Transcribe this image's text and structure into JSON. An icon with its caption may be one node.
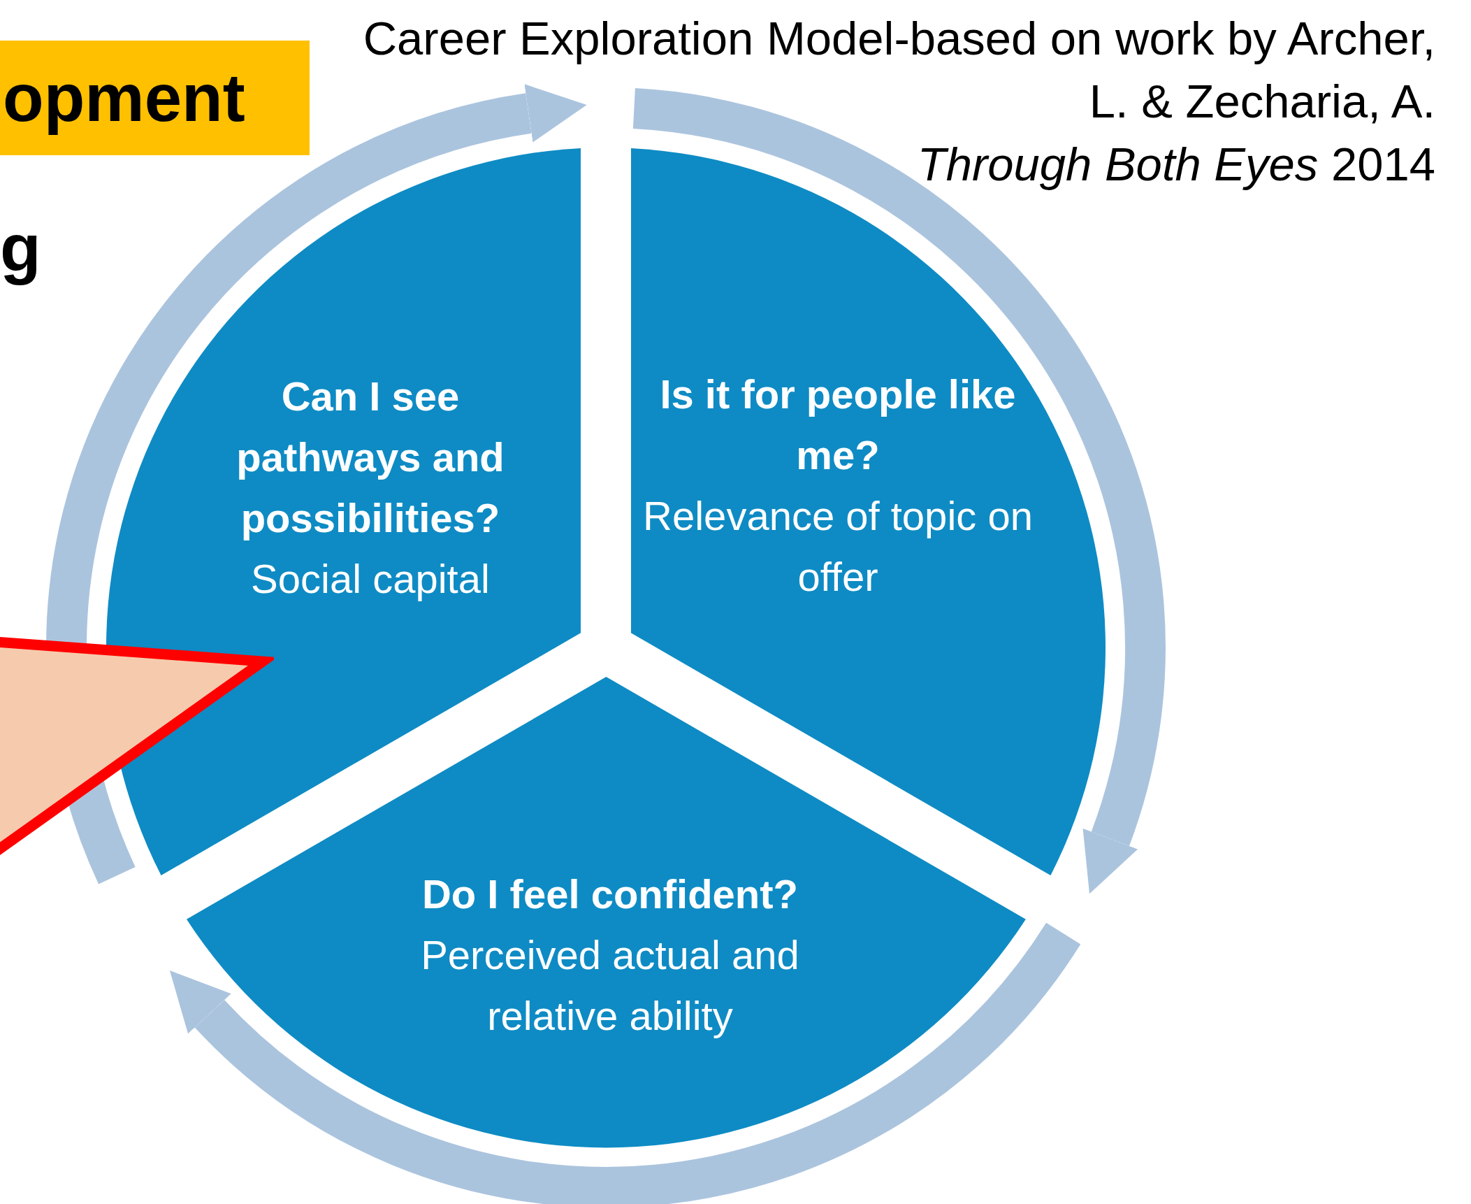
{
  "diagram": {
    "caption": "Career Exploration Model-based on work by Archer, L. & Zecharia, A. *Through Both Eyes* 2014",
    "nodes": [
      {
        "text": [
          "Can I see pathways and possibilities?",
          "Social capital"
        ]
      },
      {
        "text": [
          "Is it for people like me?",
          "Relevance of topic on offer"
        ]
      },
      {
        "text": [
          "Do I feel confident?",
          "Perceived actual and relative ability"
        ]
      },
      {
        "text": [
          "opment"
        ]
      },
      {
        "text": [],
        "shape": "callout"
      }
    ],
    "labels": [
      "g"
    ]
  }
}
